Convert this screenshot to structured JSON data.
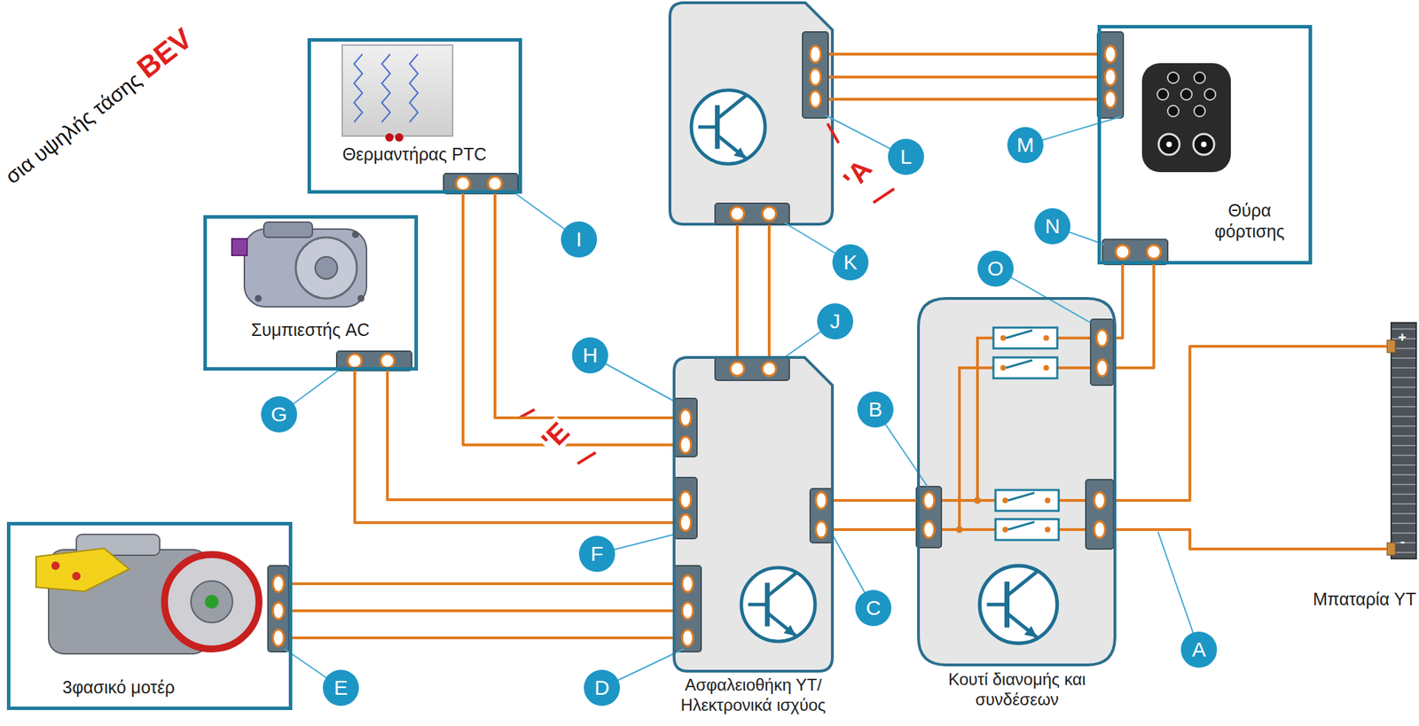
{
  "diagram": {
    "nodes": [
      {
        "text": [
          "Θερμαντήρας PTC"
        ]
      },
      {
        "text": [
          "Συμπιεστής AC"
        ]
      },
      {
        "text": [
          "3φασικό μοτέρ"
        ]
      },
      {
        "text": [
          "Θύρα φόρτισης"
        ]
      },
      {
        "text": [
          "Ασφαλειοθήκη ΥΤ/ Ηλεκτρονικά ισχύος"
        ]
      },
      {
        "text": [
          "Κουτί διανομής και συνδέσεων"
        ]
      },
      {
        "text": [
          "Μπαταρία ΥΤ"
        ]
      }
    ],
    "edges": [
      {
        "from": 0,
        "to": 4,
        "arrow": "none"
      },
      {
        "from": 1,
        "to": 4,
        "arrow": "none"
      },
      {
        "from": 2,
        "to": 4,
        "arrow": "none"
      },
      {
        "from": 4,
        "to": 5,
        "arrow": "none"
      },
      {
        "from": 5,
        "to": 6,
        "arrow": "none"
      },
      {
        "from": 5,
        "to": 3,
        "arrow": "none"
      }
    ],
    "labels": [
      "σια υψηλής τάσης",
      "BEV",
      "A",
      "B",
      "C",
      "D",
      "E",
      "F",
      "G",
      "H",
      "I",
      "J",
      "K",
      "L",
      "M",
      "N",
      "O",
      "'Α",
      "'Ε",
      "+",
      "-"
    ]
  }
}
